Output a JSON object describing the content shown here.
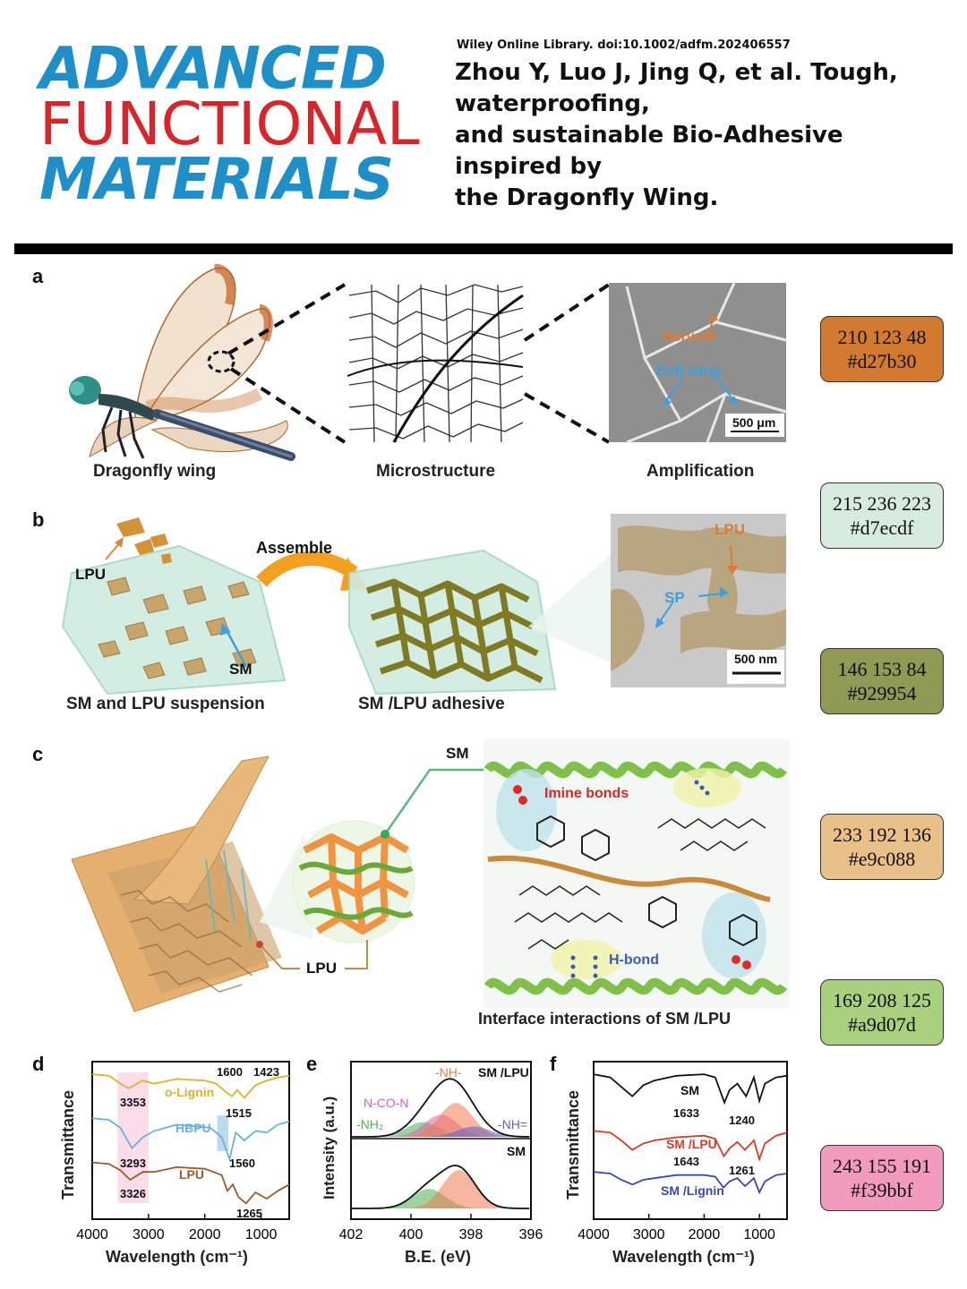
{
  "header": {
    "journal_name": [
      "ADVANCED",
      "FUNCTIONAL",
      "MATERIALS"
    ],
    "source": "Wiley Online Library. doi:10.1002/adfm.202406557",
    "citation_lines": [
      "Zhou Y, Luo J, Jing Q, et al. Tough,",
      "waterproofing,",
      "and sustainable Bio-Adhesive inspired by",
      "the Dragonfly Wing."
    ]
  },
  "colors": {
    "orange": "#d27b30",
    "mint": "#d7ecdf",
    "olive": "#929954",
    "tan": "#e9c088",
    "green": "#a9d07d",
    "pink": "#f39bbf",
    "logo_blue": "#1e8fc8",
    "logo_red": "#d7262b"
  },
  "swatches": [
    {
      "rgb": "210 123 48",
      "hex": "#d27b30"
    },
    {
      "rgb": "215 236 223",
      "hex": "#d7ecdf"
    },
    {
      "rgb": "146 153 84",
      "hex": "#929954"
    },
    {
      "rgb": "233 192 136",
      "hex": "#e9c088"
    },
    {
      "rgb": "169 208 125",
      "hex": "#a9d07d"
    },
    {
      "rgb": "243 155 191",
      "hex": "#f39bbf"
    }
  ],
  "panel_a": {
    "letter": "a",
    "captions": [
      "Dragonfly wing",
      "Microstructure",
      "Amplification"
    ],
    "labels": {
      "nervure": "Nervure",
      "soft_wing": "Soft wing",
      "scale_bar": "500 μm"
    }
  },
  "panel_b": {
    "letter": "b",
    "labels": {
      "lpu": "LPU",
      "assemble": "Assemble",
      "sm": "SM",
      "lpu_tem": "LPU",
      "sp": "SP",
      "scale_bar": "500 nm"
    },
    "captions": [
      "SM  and LPU suspension",
      "SM /LPU adhesive"
    ]
  },
  "panel_c": {
    "letter": "c",
    "labels": {
      "sm": "SM",
      "lpu": "LPU",
      "imine": "Imine bonds",
      "hbond": "H-bond",
      "caption": "Interface interactions of SM /LPU"
    }
  },
  "chart_data": [
    {
      "panel": "d",
      "type": "line",
      "xlabel": "Wavelength (cm⁻¹)",
      "ylabel": "Transmittance",
      "xlim": [
        4000,
        500
      ],
      "x_ticks": [
        4000,
        3000,
        2000,
        1000
      ],
      "series": [
        {
          "name": "o-Lignin",
          "color": "#e0b030",
          "points": [
            [
              4000,
              0.92
            ],
            [
              3700,
              0.91
            ],
            [
              3500,
              0.86
            ],
            [
              3353,
              0.83
            ],
            [
              3100,
              0.88
            ],
            [
              2900,
              0.86
            ],
            [
              2500,
              0.89
            ],
            [
              2000,
              0.88
            ],
            [
              1800,
              0.86
            ],
            [
              1600,
              0.8
            ],
            [
              1515,
              0.78
            ],
            [
              1423,
              0.82
            ],
            [
              1300,
              0.77
            ],
            [
              1100,
              0.85
            ],
            [
              900,
              0.88
            ],
            [
              700,
              0.9
            ],
            [
              500,
              0.91
            ]
          ]
        },
        {
          "name": "HBPU",
          "color": "#6ab0df",
          "points": [
            [
              4000,
              0.64
            ],
            [
              3700,
              0.63
            ],
            [
              3500,
              0.58
            ],
            [
              3293,
              0.45
            ],
            [
              3100,
              0.52
            ],
            [
              2900,
              0.56
            ],
            [
              2500,
              0.6
            ],
            [
              2200,
              0.59
            ],
            [
              1900,
              0.58
            ],
            [
              1700,
              0.52
            ],
            [
              1560,
              0.38
            ],
            [
              1450,
              0.55
            ],
            [
              1300,
              0.5
            ],
            [
              1100,
              0.56
            ],
            [
              900,
              0.55
            ],
            [
              700,
              0.6
            ],
            [
              500,
              0.62
            ]
          ]
        },
        {
          "name": "LPU",
          "color": "#9a5a2a",
          "points": [
            [
              4000,
              0.36
            ],
            [
              3700,
              0.35
            ],
            [
              3500,
              0.31
            ],
            [
              3326,
              0.25
            ],
            [
              3100,
              0.3
            ],
            [
              2900,
              0.3
            ],
            [
              2500,
              0.33
            ],
            [
              2000,
              0.32
            ],
            [
              1700,
              0.28
            ],
            [
              1600,
              0.18
            ],
            [
              1500,
              0.22
            ],
            [
              1400,
              0.14
            ],
            [
              1265,
              0.1
            ],
            [
              1100,
              0.17
            ],
            [
              900,
              0.13
            ],
            [
              700,
              0.18
            ],
            [
              500,
              0.22
            ]
          ]
        }
      ],
      "annotations": [
        "3353",
        "1600",
        "1423",
        "1515",
        "3293",
        "1560",
        "3326",
        "1265"
      ],
      "highlight_bands": [
        {
          "from": 3550,
          "to": 3000,
          "color": "#f39bbf"
        },
        {
          "from": 1780,
          "to": 1580,
          "color": "#6ab0df"
        }
      ]
    },
    {
      "panel": "e",
      "type": "area",
      "xlabel": "B.E. (eV)",
      "ylabel": "Intensity (a.u.)",
      "xlim": [
        402,
        396
      ],
      "x_ticks": [
        402,
        400,
        398,
        396
      ],
      "series": [
        {
          "name": "SM /LPU",
          "components": [
            {
              "name": "-NH₂",
              "center": 399.6,
              "height": 0.2,
              "color": "#4caf50"
            },
            {
              "name": "N-CO-N",
              "center": 399.0,
              "height": 0.3,
              "color": "#e060b0"
            },
            {
              "name": "-NH-",
              "center": 398.5,
              "height": 0.46,
              "color": "#f07a50"
            },
            {
              "name": "-NH=",
              "center": 397.9,
              "height": 0.14,
              "color": "#6060c0"
            }
          ]
        },
        {
          "name": "SM",
          "components": [
            {
              "name": "-NH₂",
              "center": 399.4,
              "height": 0.28,
              "color": "#4caf50"
            },
            {
              "name": "-NH-",
              "center": 398.4,
              "height": 0.55,
              "color": "#f07a50"
            }
          ]
        }
      ]
    },
    {
      "panel": "f",
      "type": "line",
      "xlabel": "Wavelength (cm⁻¹)",
      "ylabel": "Transmittance",
      "xlim": [
        4000,
        500
      ],
      "x_ticks": [
        4000,
        3000,
        2000,
        1000
      ],
      "series": [
        {
          "name": "SM",
          "color": "#111111",
          "points": [
            [
              4000,
              0.92
            ],
            [
              3700,
              0.9
            ],
            [
              3500,
              0.84
            ],
            [
              3300,
              0.78
            ],
            [
              3100,
              0.85
            ],
            [
              2900,
              0.88
            ],
            [
              2500,
              0.91
            ],
            [
              2000,
              0.92
            ],
            [
              1800,
              0.9
            ],
            [
              1633,
              0.74
            ],
            [
              1540,
              0.82
            ],
            [
              1400,
              0.86
            ],
            [
              1240,
              0.78
            ],
            [
              1100,
              0.9
            ],
            [
              1000,
              0.75
            ],
            [
              900,
              0.86
            ],
            [
              700,
              0.9
            ],
            [
              500,
              0.91
            ]
          ]
        },
        {
          "name": "SM /LPU",
          "color": "#d43a2a",
          "points": [
            [
              4000,
              0.56
            ],
            [
              3700,
              0.55
            ],
            [
              3500,
              0.5
            ],
            [
              3300,
              0.44
            ],
            [
              3100,
              0.48
            ],
            [
              2900,
              0.5
            ],
            [
              2500,
              0.52
            ],
            [
              2000,
              0.53
            ],
            [
              1800,
              0.51
            ],
            [
              1643,
              0.4
            ],
            [
              1540,
              0.45
            ],
            [
              1400,
              0.49
            ],
            [
              1261,
              0.44
            ],
            [
              1100,
              0.5
            ],
            [
              1000,
              0.38
            ],
            [
              900,
              0.48
            ],
            [
              700,
              0.53
            ],
            [
              500,
              0.55
            ]
          ]
        },
        {
          "name": "SM /Lignin",
          "color": "#3a4aa8",
          "points": [
            [
              4000,
              0.3
            ],
            [
              3700,
              0.29
            ],
            [
              3500,
              0.25
            ],
            [
              3300,
              0.22
            ],
            [
              3100,
              0.25
            ],
            [
              2900,
              0.26
            ],
            [
              2500,
              0.28
            ],
            [
              2000,
              0.28
            ],
            [
              1800,
              0.27
            ],
            [
              1650,
              0.2
            ],
            [
              1540,
              0.24
            ],
            [
              1400,
              0.26
            ],
            [
              1260,
              0.21
            ],
            [
              1100,
              0.26
            ],
            [
              1000,
              0.17
            ],
            [
              900,
              0.24
            ],
            [
              700,
              0.28
            ],
            [
              500,
              0.29
            ]
          ]
        }
      ],
      "annotations": [
        "1633",
        "1240",
        "1643",
        "1261"
      ]
    }
  ]
}
